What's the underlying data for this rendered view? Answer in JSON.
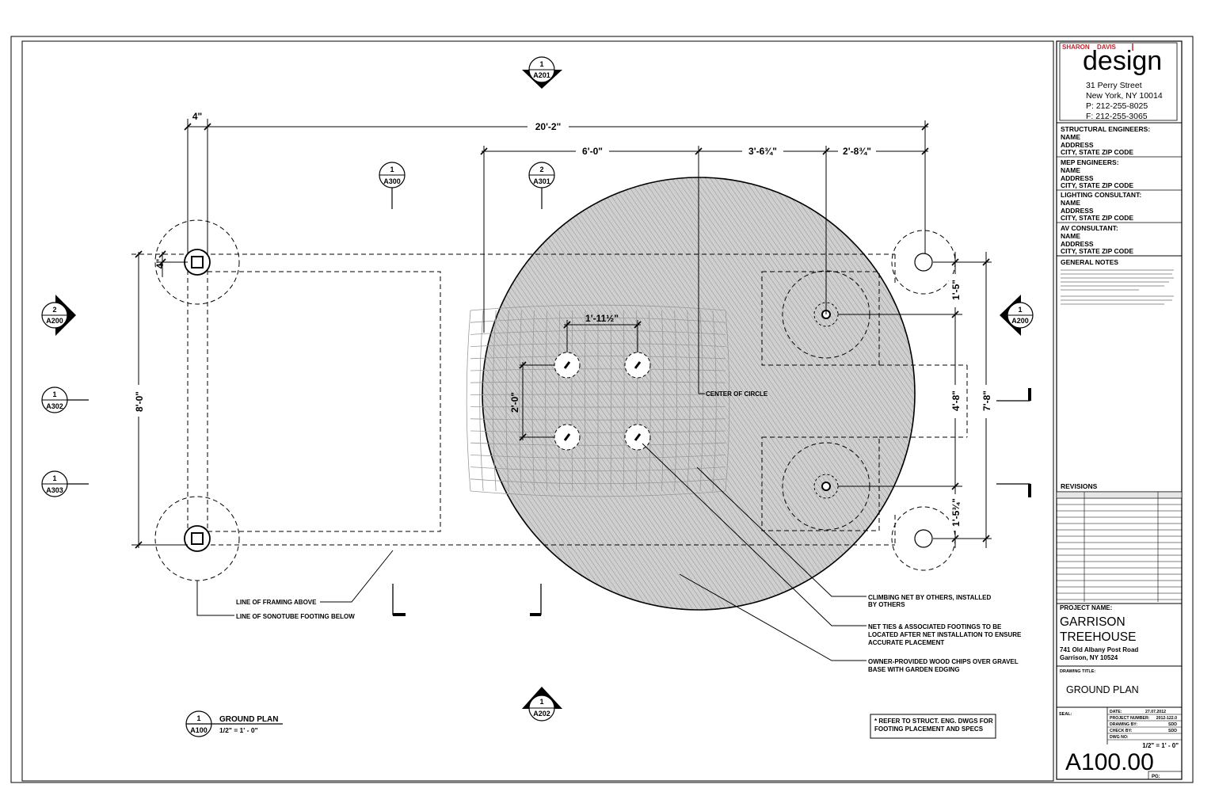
{
  "firm": {
    "name_line1": "SHARON",
    "name_line2": "DAVIS",
    "logo_word": "design",
    "street": "31 Perry Street",
    "city": "New York, NY 10014",
    "phone": "P: 212-255-8025",
    "fax": "F: 212-255-3065",
    "accent_color": "#c0272d"
  },
  "consultants": [
    {
      "title": "STRUCTURAL ENGINEERS:",
      "name": "NAME",
      "address": "ADDRESS",
      "city": "CITY, STATE ZIP CODE"
    },
    {
      "title": "MEP ENGINEERS:",
      "name": "NAME",
      "address": "ADDRESS",
      "city": "CITY, STATE ZIP CODE"
    },
    {
      "title": "LIGHTING CONSULTANT:",
      "name": "NAME",
      "address": "ADDRESS",
      "city": "CITY, STATE ZIP CODE"
    },
    {
      "title": "AV CONSULTANT:",
      "name": "NAME",
      "address": "ADDRESS",
      "city": "CITY, STATE ZIP CODE"
    }
  ],
  "general_notes_title": "GENERAL NOTES",
  "revisions_title": "REVISIONS",
  "project": {
    "label": "PROJECT NAME:",
    "name_line1": "GARRISON",
    "name_line2": "TREEHOUSE",
    "address1": "741 Old Albany Post Road",
    "address2": "Garrison, NY 10524"
  },
  "drawing_title_label": "DRAWING TITLE:",
  "drawing_title": "GROUND PLAN",
  "seal_label": "SEAL:",
  "info": [
    {
      "label": "DATE:",
      "value": "27.07.2012"
    },
    {
      "label": "PROJECT NUMBER:",
      "value": "2012-122.0"
    },
    {
      "label": "DRAWING BY:",
      "value": "SDD"
    },
    {
      "label": "CHECK BY:",
      "value": "SDD"
    },
    {
      "label": "DWG NO:",
      "value": ""
    }
  ],
  "scale": "1/2\" = 1' - 0\"",
  "sheet_number": "A100.00",
  "pg_label": "PG:",
  "dimensions": {
    "overall": "20'-2\"",
    "offset_4": "4\"",
    "d_6_0": "6'-0\"",
    "d_3_6": "3'-6¾\"",
    "d_2_8": "2'-8¾\"",
    "d_8_0": "8'-0\"",
    "d_1_11": "1'-11½\"",
    "d_2_0": "2'-0\"",
    "d_1_5": "1'-5\"",
    "d_4_8": "4'-8\"",
    "d_7_8": "7'-8\"",
    "d_1_5b": "1'-5¾\""
  },
  "notes": {
    "center": "CENTER OF CIRCLE",
    "framing": "LINE OF FRAMING ABOVE",
    "sonotube": "LINE OF SONOTUBE FOOTING BELOW",
    "net_1": "CLIMBING NET BY OTHERS, INSTALLED",
    "net_2": "BY OTHERS",
    "ties_1": "NET TIES & ASSOCIATED FOOTINGS TO BE",
    "ties_2": "LOCATED AFTER NET INSTALLATION TO ENSURE",
    "ties_3": "ACCURATE PLACEMENT",
    "chips_1": "OWNER-PROVIDED WOOD CHIPS OVER GRAVEL",
    "chips_2": "BASE WITH GARDEN EDGING",
    "struct_1": "* REFER TO STRUCT. ENG. DWGS FOR",
    "struct_2": "FOOTING PLACEMENT AND SPECS"
  },
  "view_title": {
    "number": "1",
    "sheet": "A100",
    "name": "GROUND PLAN",
    "scale": "1/2\" = 1' - 0\""
  },
  "section_tags": [
    {
      "number": "1",
      "sheet": "A201"
    },
    {
      "number": "1",
      "sheet": "A202"
    },
    {
      "number": "2",
      "sheet": "A200"
    },
    {
      "number": "1",
      "sheet": "A200"
    }
  ],
  "elevation_tags": [
    {
      "number": "1",
      "sheet": "A300"
    },
    {
      "number": "2",
      "sheet": "A301"
    },
    {
      "number": "1",
      "sheet": "A302"
    },
    {
      "number": "1",
      "sheet": "A303"
    }
  ]
}
